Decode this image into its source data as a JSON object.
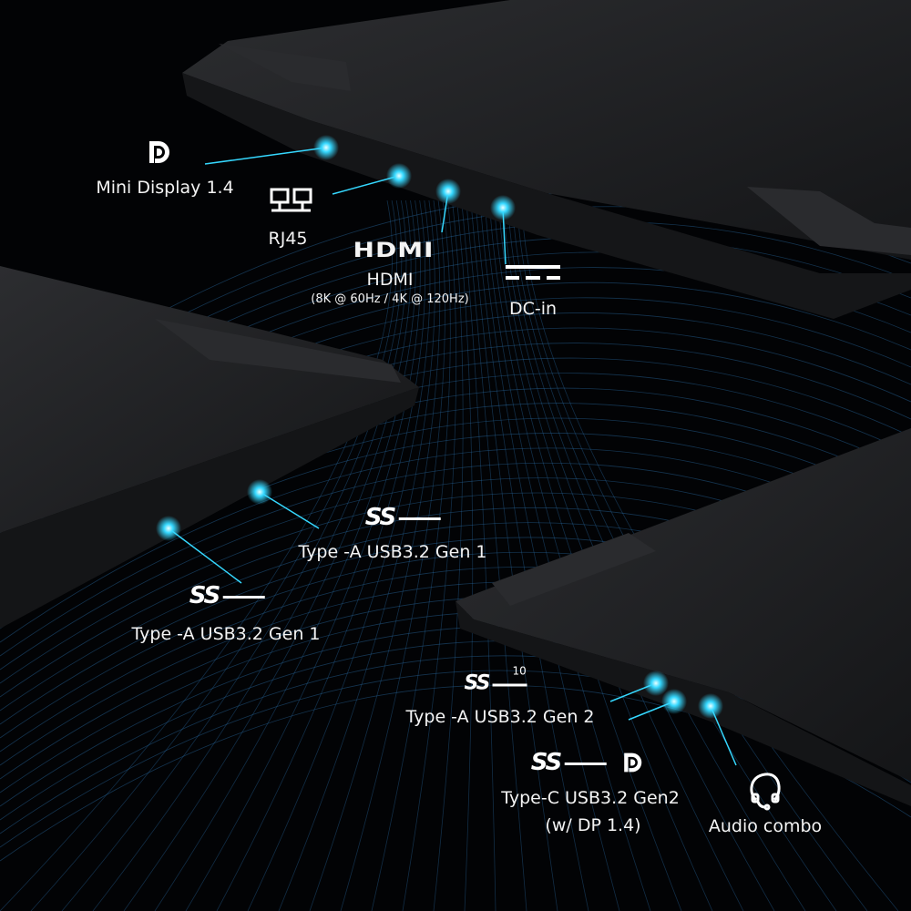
{
  "colors": {
    "background": "#020305",
    "accent": "#35d8ff",
    "grid": "#2a6fa8",
    "laptop": "#1c1d1f"
  },
  "ports": [
    {
      "icon": "displayport-icon",
      "label": "Mini Display 1.4"
    },
    {
      "icon": "rj45-icon",
      "label": "RJ45"
    },
    {
      "icon": "hdmi-logo-icon",
      "label": "HDMI",
      "sublabel": "(8K @ 60Hz / 4K @ 120Hz)"
    },
    {
      "icon": "dc-power-icon",
      "label": "DC-in"
    },
    {
      "icon": "superspeed-usb-icon",
      "label": "Type -A USB3.2 Gen 1"
    },
    {
      "icon": "superspeed-usb-icon",
      "label": "Type -A USB3.2 Gen 1"
    },
    {
      "icon": "superspeed-usb-10-icon",
      "label": "Type -A USB3.2 Gen 2",
      "badge": "10"
    },
    {
      "icon": "superspeed-usb-displayport-icon",
      "label": "Type-C USB3.2 Gen2",
      "sublabel": "(w/ DP 1.4)"
    },
    {
      "icon": "headset-icon",
      "label": "Audio combo"
    }
  ],
  "logos": {
    "hdmi": "HDMI",
    "ss": "SS"
  }
}
